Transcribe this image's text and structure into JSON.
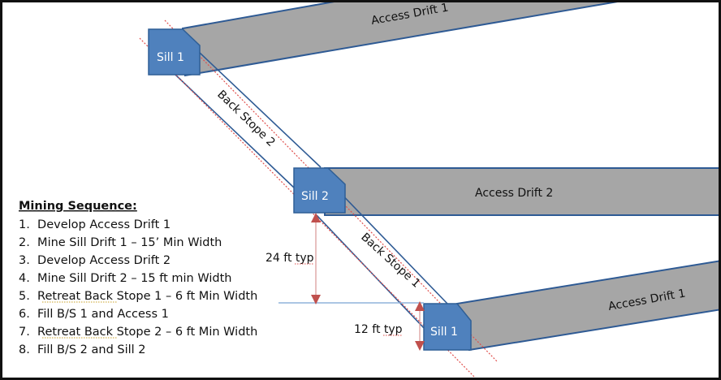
{
  "colors": {
    "sill": "#4f81bd",
    "sill_border": "#2f5f96",
    "drift": "#a6a6a6",
    "outline": "#2e5a94",
    "dimension": "#c0504d",
    "level_line": "#8fb3dc"
  },
  "labels": {
    "access_drift_1_top": "Access Drift 1",
    "access_drift_2": "Access Drift 2",
    "access_drift_1_bottom": "Access Drift 1",
    "sill_1_top": "Sill 1",
    "sill_2": "Sill 2",
    "sill_1_bottom": "Sill 1",
    "back_stope_2": "Back Stope 2",
    "back_stope_1": "Back Stope 1",
    "dim_24": "24 ft typ",
    "dim_12": "12 ft typ"
  },
  "sequence": {
    "title": "Mining Sequence:",
    "steps": [
      "1.  Develop Access Drift 1",
      "2.  Mine Sill Drift 1 – 15’ Min Width",
      "3.  Develop Access Drift 2",
      "4.  Mine Sill Drift 2 – 15 ft min Width",
      "5.  Retreat Back Stope 1 – 6 ft Min Width",
      "6.  Fill B/S 1 and Access 1",
      "7.  Retreat Back Stope 2 – 6 ft Min Width",
      "8.  Fill B/S 2 and Sill 2"
    ]
  }
}
